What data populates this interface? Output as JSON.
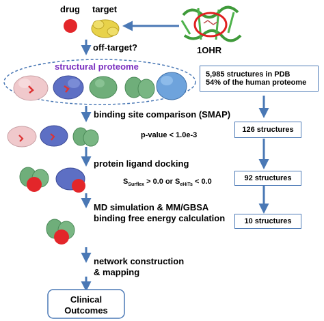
{
  "top": {
    "drug_label": "drug",
    "target_label": "target",
    "pdb_label": "1OHR"
  },
  "steps": {
    "off_target": "off-target?",
    "structural_proteome": "structural proteome",
    "binding_site": "binding site comparison (SMAP)",
    "pvalue": "p-value < 1.0e-3",
    "docking": "protein ligand docking",
    "score_s1": "S",
    "score_sub1": "Surflex",
    "score_mid": " > 0.0 or S",
    "score_sub2": "eHiTs",
    "score_end": " < 0.0",
    "md_line1": "MD simulation & MM/GBSA",
    "md_line2": "binding free energy calculation",
    "network_line1": "network construction",
    "network_line2": "& mapping",
    "outcomes_line1": "Clinical",
    "outcomes_line2": "Outcomes"
  },
  "right_panel": {
    "pdb_line1": "5,985 structures in PDB",
    "pdb_line2": "54% of the human proteome",
    "count1": "126 structures",
    "count2": "92 structures",
    "count3": "10 structures"
  },
  "colors": {
    "arrow": "#4a78b5",
    "drug_red": "#e3262a",
    "target_yellow": "#e8d24a",
    "proteome_purple": "#7a2fbf",
    "protein_green": "#6fae7a",
    "protein_blue": "#5d6fc4",
    "protein_pink": "#f0c9cc",
    "ring_red": "#e02020"
  }
}
